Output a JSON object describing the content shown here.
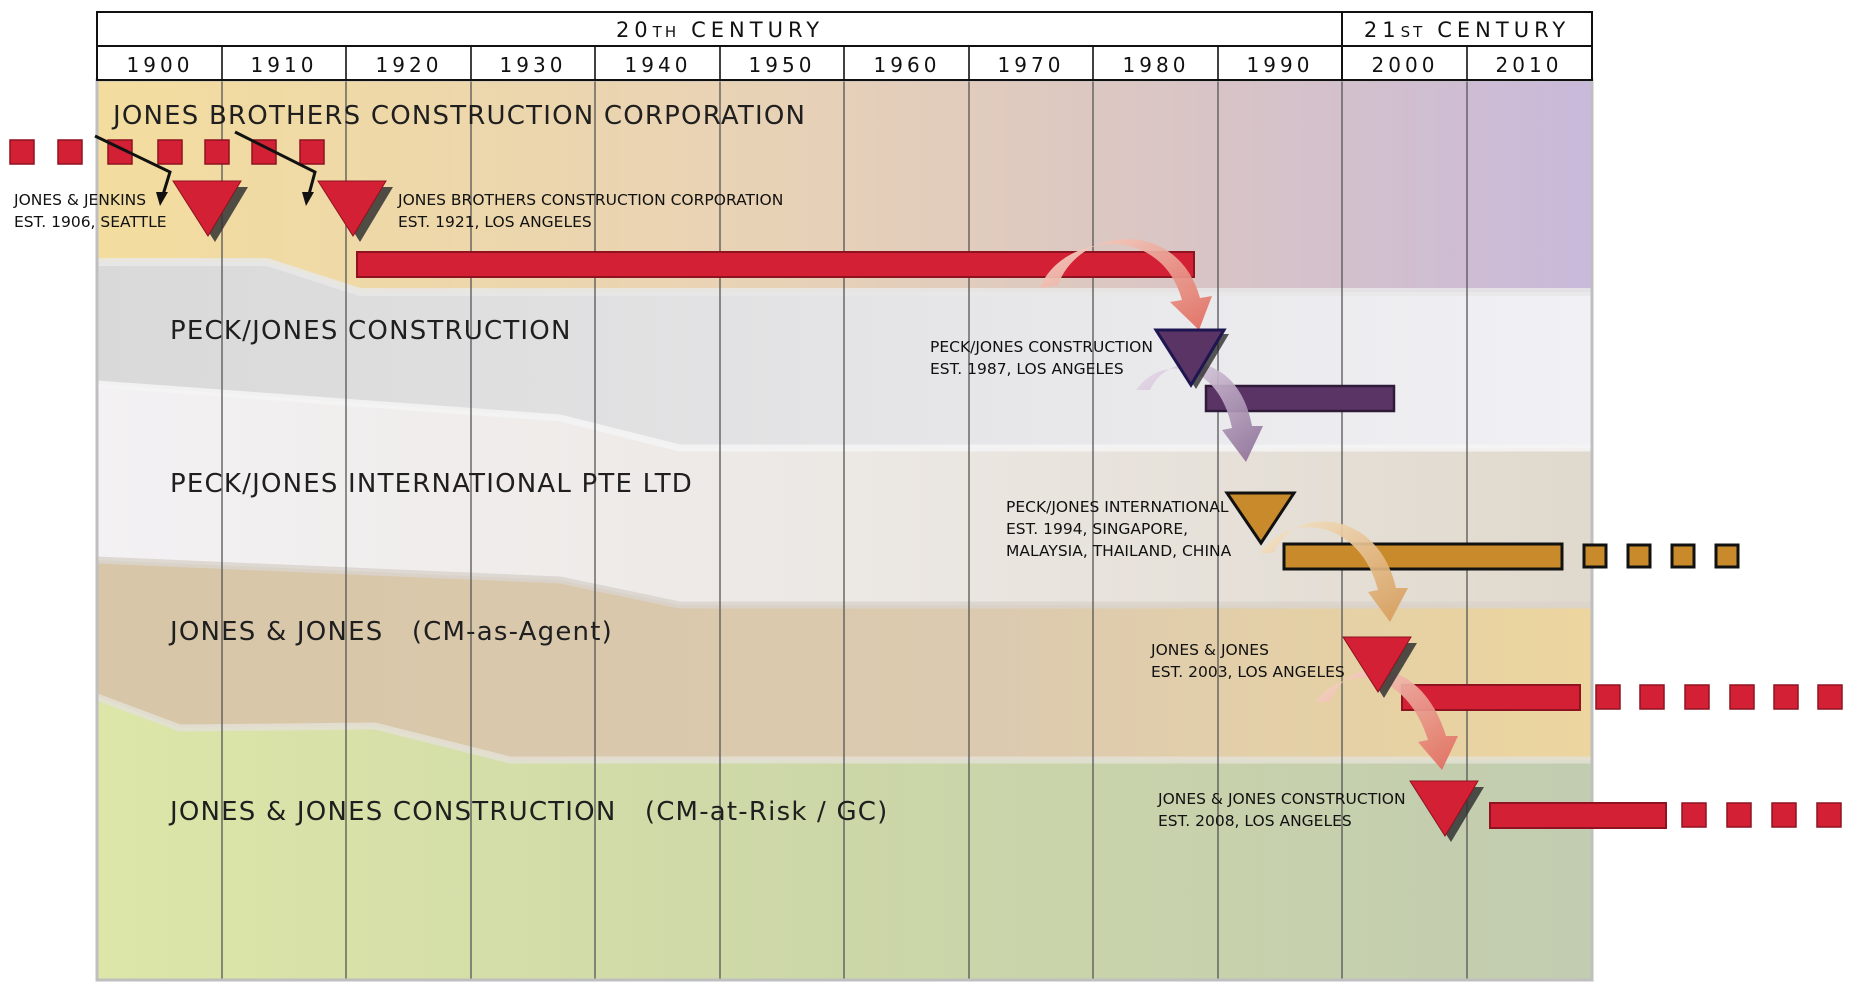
{
  "header": {
    "century_20": {
      "num": "20",
      "suffix": "TH",
      "word": "CENTURY"
    },
    "century_21": {
      "num": "21",
      "suffix": "ST",
      "word": "CENTURY"
    },
    "decades": [
      "1900",
      "1910",
      "1920",
      "1930",
      "1940",
      "1950",
      "1960",
      "1970",
      "1980",
      "1990",
      "2000",
      "2010"
    ]
  },
  "bands": [
    {
      "label": "JONES BROTHERS CONSTRUCTION CORPORATION"
    },
    {
      "label": "PECK/JONES CONSTRUCTION"
    },
    {
      "label": "PECK/JONES INTERNATIONAL PTE LTD"
    },
    {
      "label": "JONES & JONES   (CM-as-Agent)"
    },
    {
      "label": "JONES & JONES CONSTRUCTION   (CM-at-Risk / GC)"
    }
  ],
  "events": [
    {
      "line1": "JONES & JENKINS",
      "line2": "EST. 1906, SEATTLE",
      "year": 1906,
      "color": "#d42035"
    },
    {
      "line1": "JONES BROTHERS CONSTRUCTION CORPORATION",
      "line2": "EST. 1921, LOS ANGELES",
      "year": 1921,
      "color": "#d42035"
    },
    {
      "line1": "PECK/JONES CONSTRUCTION",
      "line2": "EST. 1987, LOS ANGELES",
      "year": 1987,
      "color": "#5b3466"
    },
    {
      "line1": "PECK/JONES INTERNATIONAL",
      "line2": "EST. 1994, SINGAPORE,",
      "line3": "MALAYSIA, THAILAND, CHINA",
      "year": 1994,
      "color": "#c98a2b"
    },
    {
      "line1": "JONES & JONES",
      "line2": "EST. 2003, LOS ANGELES",
      "year": 2003,
      "color": "#d42035"
    },
    {
      "line1": "JONES & JONES CONSTRUCTION",
      "line2": "EST. 2008, LOS ANGELES",
      "year": 2008,
      "color": "#d42035"
    }
  ]
}
